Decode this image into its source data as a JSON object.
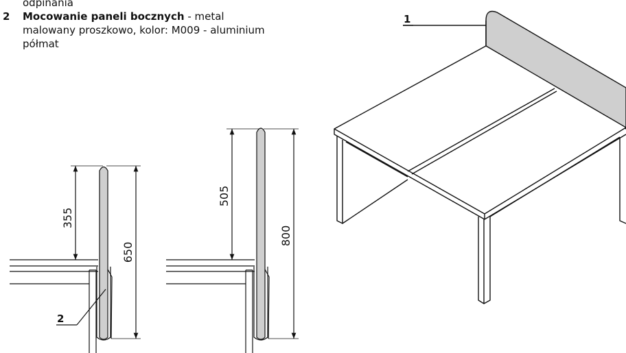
{
  "spec": {
    "item1_tail": "odpinania",
    "item2_number": "2",
    "item2_title": "Mocowanie paneli bocznych",
    "item2_text1": " - metal",
    "item2_text2": "malowany proszkowo, kolor: M009 - aluminium",
    "item2_text3": "półmat"
  },
  "drawing": {
    "panel_low_top_height": "355",
    "panel_low_total_height": "650",
    "panel_high_top_height": "505",
    "panel_high_total_height": "800",
    "callout_clamp": "2",
    "callout_panel": "1"
  }
}
